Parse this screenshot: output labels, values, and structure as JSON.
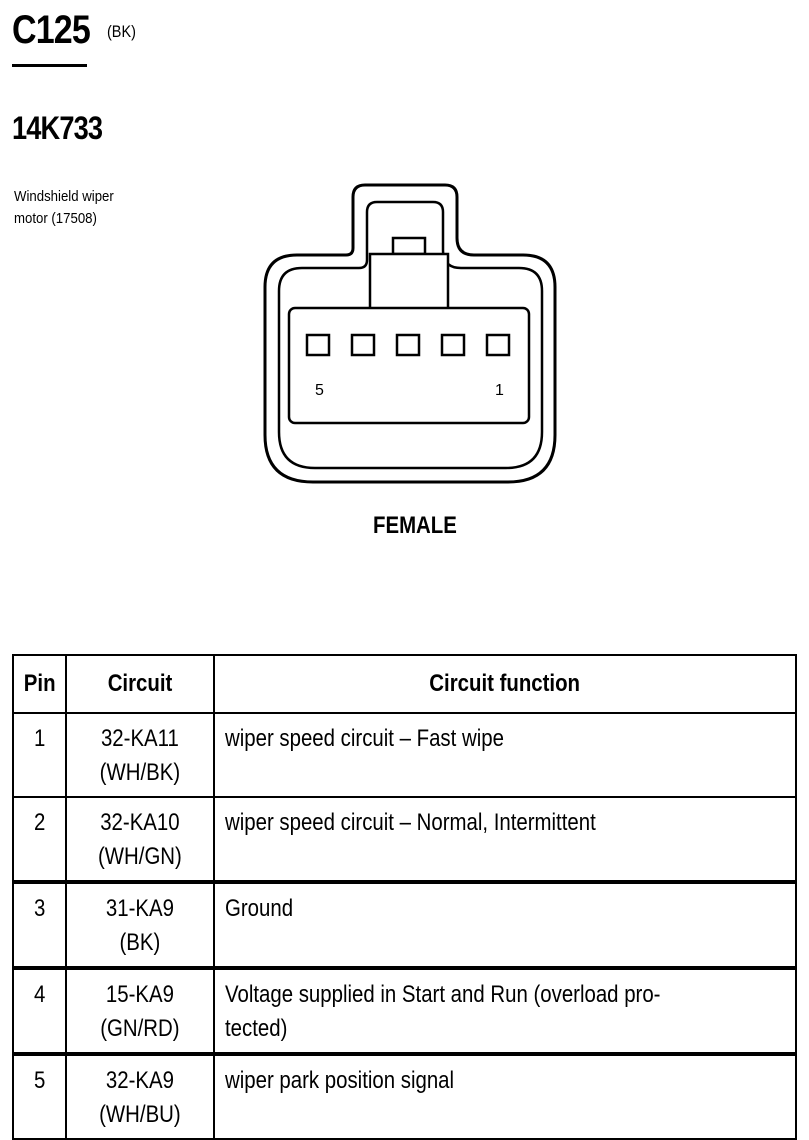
{
  "header": {
    "connector_id": "C125",
    "color_code": "(BK)",
    "part_number": "14K733",
    "description": "Windshield wiper motor (17508)"
  },
  "diagram": {
    "pin_numbers": [
      "5",
      "1"
    ],
    "gender": "FEMALE"
  },
  "table": {
    "columns": [
      "Pin",
      "Circuit",
      "Circuit function"
    ],
    "rows": [
      {
        "pin": "1",
        "circuit": "32-KA11 (WH/BK)",
        "function": "wiper speed circuit – Fast wipe"
      },
      {
        "pin": "2",
        "circuit": "32-KA10 (WH/GN)",
        "function": "wiper speed circuit – Normal, Intermittent"
      },
      {
        "pin": "3",
        "circuit": "31-KA9 (BK)",
        "function": "Ground"
      },
      {
        "pin": "4",
        "circuit": "15-KA9 (GN/RD)",
        "function": "Voltage supplied in Start and Run (overload pro-tected)"
      },
      {
        "pin": "5",
        "circuit": "32-KA9 (WH/BU)",
        "function": "wiper park position signal"
      }
    ]
  }
}
